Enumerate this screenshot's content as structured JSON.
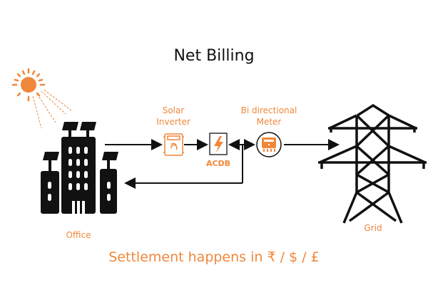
{
  "title": "Net Billing",
  "labels": {
    "office": "Office",
    "inverter_line1": "Solar",
    "inverter_line2": "Inverter",
    "meter_line1": "Bi directional",
    "meter_line2": "Meter",
    "acdb": "ACDB",
    "grid": "Grid"
  },
  "footer": "Settlement happens in ₹ / $ / £",
  "colors": {
    "accent": "#f0873a",
    "ink": "#111111"
  }
}
